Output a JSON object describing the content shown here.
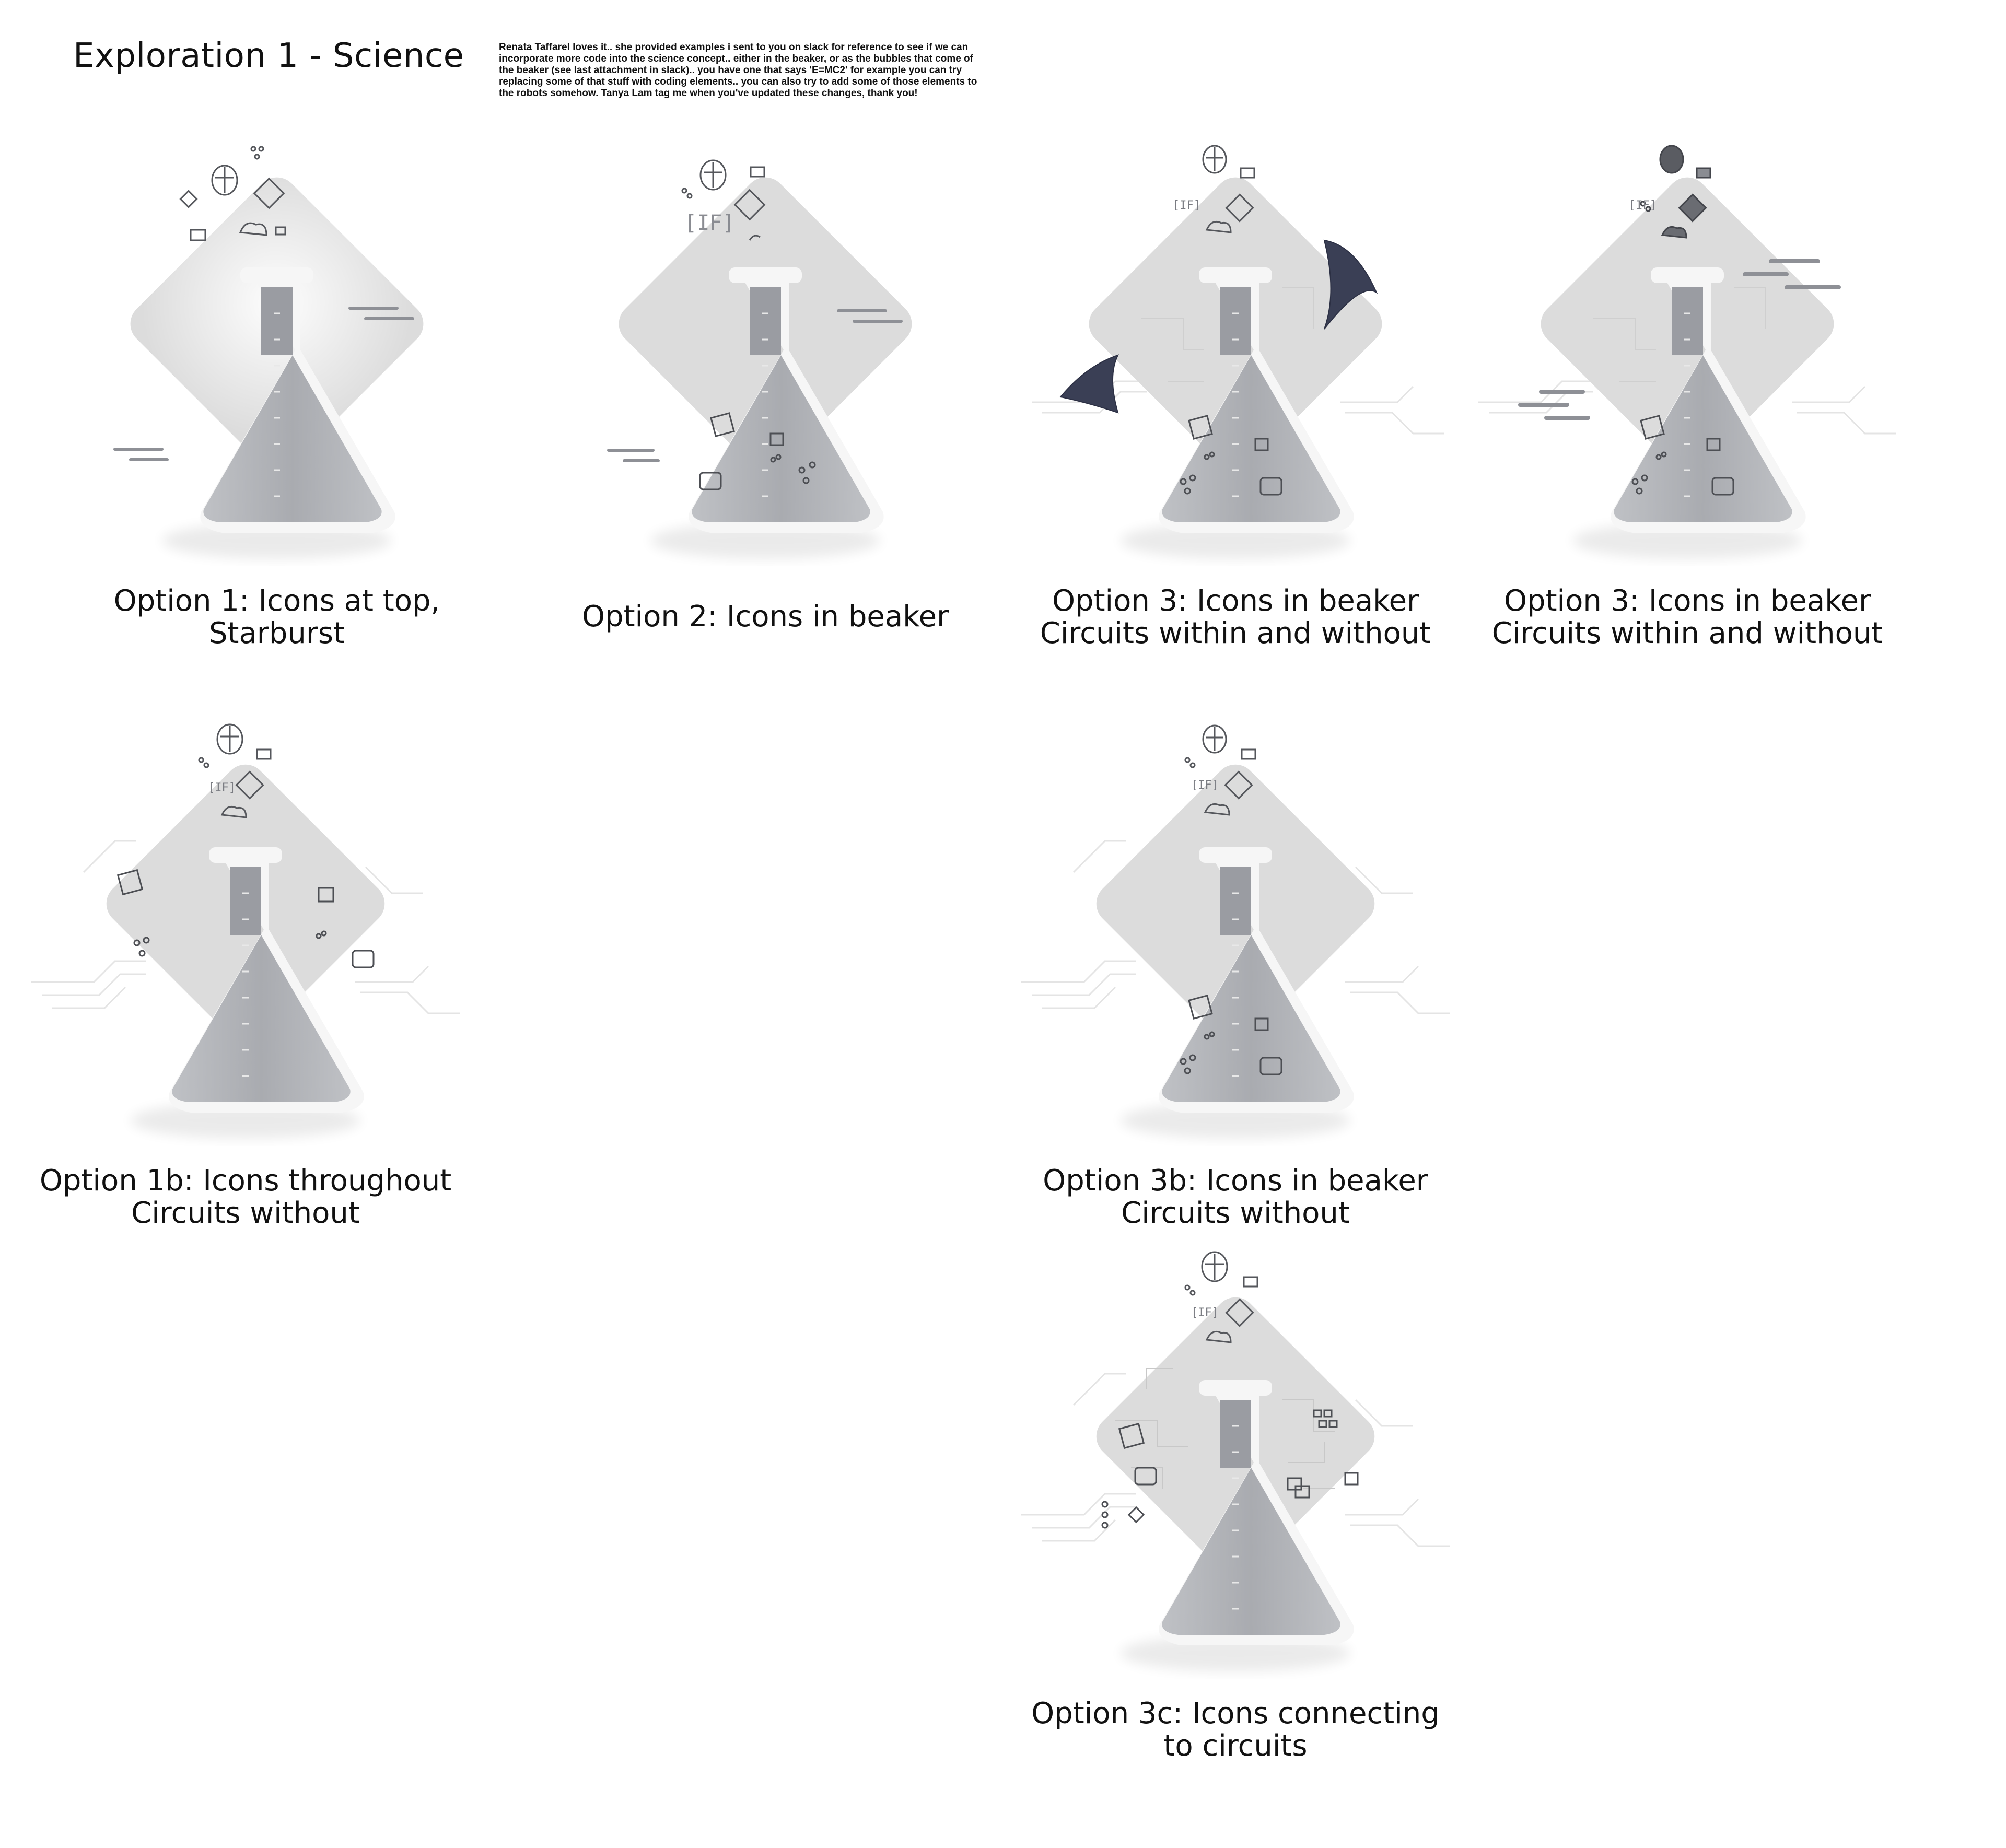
{
  "title": "Exploration 1 - Science",
  "note": "Renata Taffarel loves it.. she provided examples i sent to you on slack for reference to see if we can incorporate more code into the science concept.. either in the beaker, or as the bubbles that come of the beaker (see last attachment in slack).. you have one that says 'E=MC2' for example you can try replacing some of that stuff with coding elements.. you can also try to add some of those elements to the robots somehow. Tanya Lam  tag me when you've updated these changes, thank you!",
  "options": [
    {
      "caption_line1": "Option 1: Icons at top,",
      "caption_line2": "Starburst",
      "if_label": ""
    },
    {
      "caption_line1": "Option 2: Icons in beaker",
      "caption_line2": "",
      "if_label": "[IF]"
    },
    {
      "caption_line1": "Option 3: Icons in beaker",
      "caption_line2": "Circuits within and without",
      "if_label": "[IF]"
    },
    {
      "caption_line1": "Option 3: Icons in beaker",
      "caption_line2": "Circuits within and without",
      "if_label": "[IF]"
    },
    {
      "caption_line1": "Option 1b: Icons throughout",
      "caption_line2": "Circuits without",
      "if_label": "[IF]"
    },
    {
      "caption_line1": "Option 3b: Icons in beaker",
      "caption_line2": "Circuits without",
      "if_label": "[IF]"
    },
    {
      "caption_line1": "Option 3c: Icons connecting",
      "caption_line2": "to circuits",
      "if_label": "[IF]"
    }
  ],
  "colors": {
    "diamond": "#dcdcdc",
    "flask_outline": "#f4f4f4",
    "flask_fill": "#b4b6ba",
    "flask_neck": "#9a9ca2",
    "icon_stroke": "#55575c",
    "dash": "#8e9096"
  }
}
